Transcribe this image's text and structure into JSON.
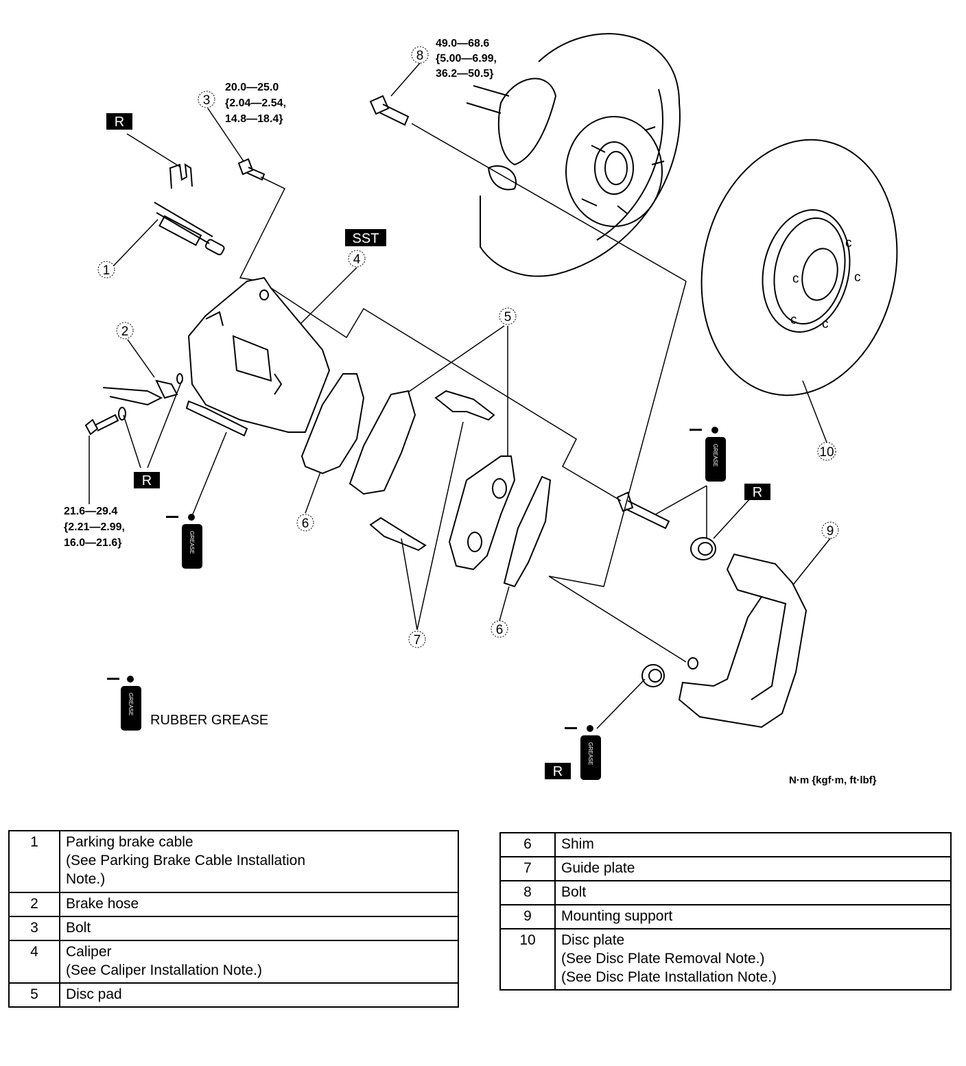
{
  "torques": {
    "bolt_3": [
      "20.0—25.0",
      "{2.04—2.54,",
      "14.8—18.4}"
    ],
    "bolt_8": [
      "49.0—68.6",
      "{5.00—6.99,",
      "36.2—50.5}"
    ],
    "bolt_2": [
      "21.6—29.4",
      "{2.21—2.99,",
      "16.0—21.6}"
    ]
  },
  "callouts": [
    "1",
    "2",
    "3",
    "4",
    "5",
    "6",
    "7",
    "8",
    "9",
    "10"
  ],
  "markers": {
    "replace": "R",
    "sst": "SST",
    "grease_can": "GREASE"
  },
  "legend": {
    "rubber_grease": "RUBBER GREASE"
  },
  "units": "N·m {kgf·m, ft·lbf}",
  "parts_table_left": [
    {
      "no": "1",
      "lines": [
        "Parking brake cable",
        "(See Parking Brake Cable Installation",
        "Note.)"
      ]
    },
    {
      "no": "2",
      "lines": [
        "Brake hose"
      ]
    },
    {
      "no": "3",
      "lines": [
        "Bolt"
      ]
    },
    {
      "no": "4",
      "lines": [
        "Caliper",
        "(See Caliper Installation Note.)"
      ]
    },
    {
      "no": "5",
      "lines": [
        "Disc pad"
      ]
    }
  ],
  "parts_table_right": [
    {
      "no": "6",
      "lines": [
        "Shim"
      ]
    },
    {
      "no": "7",
      "lines": [
        "Guide plate"
      ]
    },
    {
      "no": "8",
      "lines": [
        "Bolt"
      ]
    },
    {
      "no": "9",
      "lines": [
        "Mounting support"
      ]
    },
    {
      "no": "10",
      "lines": [
        "Disc plate",
        "(See Disc Plate Removal Note.)",
        "(See Disc Plate Installation Note.)"
      ]
    }
  ]
}
